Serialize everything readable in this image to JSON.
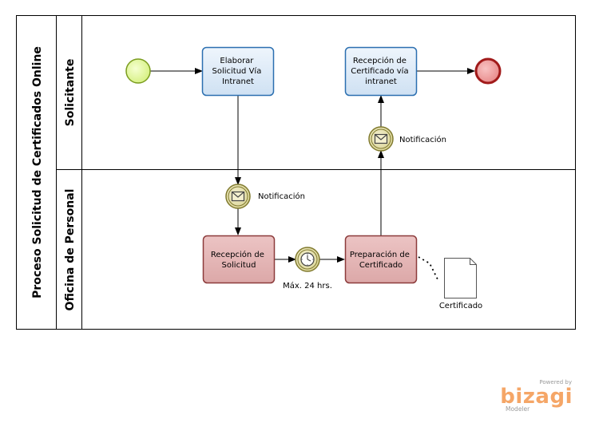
{
  "pool": {
    "title": "Proceso Solicitud de Certificados Online"
  },
  "lanes": [
    {
      "title": "Solicitante"
    },
    {
      "title": "Oficina de Personal"
    }
  ],
  "tasks": {
    "elaborar": [
      "Elaborar",
      "Solicitud Vía",
      "Intranet"
    ],
    "recepcion_certificado": [
      "Recepción de",
      "Certificado vía",
      "intranet"
    ],
    "recepcion_solicitud": [
      "Recepción de",
      "Solicitud"
    ],
    "preparacion": [
      "Preparación de",
      "Certificado"
    ]
  },
  "events": {
    "msg_top": "Notificación",
    "msg_bottom": "Notificación",
    "timer": "Máx. 24 hrs."
  },
  "artifact": {
    "label": "Certificado"
  },
  "colors": {
    "solicitante_task_fill": "#ddebf7",
    "solicitante_task_stroke": "#2b6fb0",
    "oficina_task_fill": "#e6b8b8",
    "oficina_task_stroke": "#8c3b3b",
    "start_fill": "#e8fba2",
    "start_stroke": "#7a9c1e",
    "end_fill": "#ee9a9a",
    "end_stroke": "#a11a1a",
    "intermediate_fill": "#e7e2b2",
    "intermediate_stroke": "#807a2e"
  },
  "watermark": {
    "powered": "Powered by",
    "brand": "bizagi",
    "product": "Modeler"
  }
}
